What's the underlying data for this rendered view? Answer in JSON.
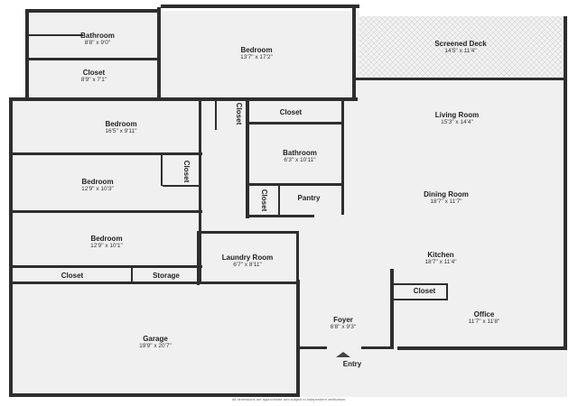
{
  "rooms": {
    "bath_top": {
      "name": "Bathroom",
      "dim": "8'8\" x 9'0\""
    },
    "closet_top": {
      "name": "Closet",
      "dim": "8'9\" x 7'1\""
    },
    "bed_top": {
      "name": "Bedroom",
      "dim": "13'7\" x 17'2\""
    },
    "deck": {
      "name": "Screened Deck",
      "dim": "14'5\" x 11'4\""
    },
    "living": {
      "name": "Living Room",
      "dim": "15'3\" x 14'4\""
    },
    "bed2": {
      "name": "Bedroom",
      "dim": "16'5\" x 9'11\""
    },
    "closet_mid": {
      "name": "Closet",
      "dim": ""
    },
    "closet_v1": {
      "name": "Closet",
      "dim": ""
    },
    "bath_mid": {
      "name": "Bathroom",
      "dim": "6'3\" x 10'11\""
    },
    "bed3": {
      "name": "Bedroom",
      "dim": "12'9\" x 10'3\""
    },
    "closet_v2": {
      "name": "Closet",
      "dim": ""
    },
    "dining": {
      "name": "Dining Room",
      "dim": "18'7\" x 11'7\""
    },
    "pantry": {
      "name": "Pantry",
      "dim": ""
    },
    "closet_v3": {
      "name": "Closet",
      "dim": ""
    },
    "bed4": {
      "name": "Bedroom",
      "dim": "12'9\" x 10'1\""
    },
    "laundry": {
      "name": "Laundry Room",
      "dim": "6'7\" x 8'11\""
    },
    "kitchen": {
      "name": "Kitchen",
      "dim": "18'7\" x 11'4\""
    },
    "closet_bl": {
      "name": "Closet",
      "dim": ""
    },
    "storage": {
      "name": "Storage",
      "dim": ""
    },
    "closet_off": {
      "name": "Closet",
      "dim": ""
    },
    "garage": {
      "name": "Garage",
      "dim": "19'9\" x 20'7\""
    },
    "foyer": {
      "name": "Foyer",
      "dim": "6'8\" x 9'3\""
    },
    "office": {
      "name": "Office",
      "dim": "11'7\" x 11'8\""
    }
  },
  "entry_label": "Entry",
  "footnote": "All dimensions are approximate and subject to independent verification.",
  "watermark": "",
  "colors": {
    "wall": "#2e2e2e",
    "floor": "#f0f0f0",
    "deck_hatch": "#d4d4d4"
  }
}
